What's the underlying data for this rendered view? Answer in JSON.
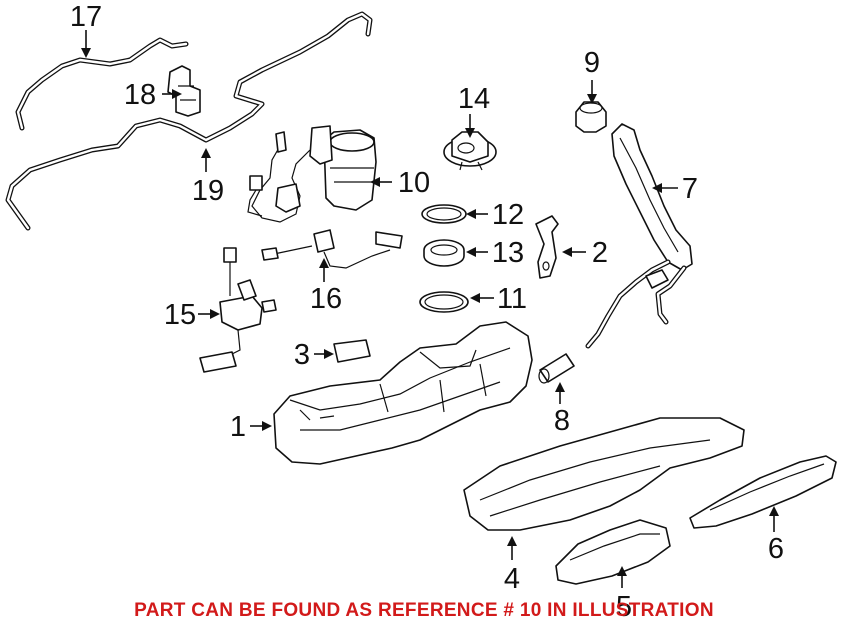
{
  "diagram": {
    "callouts": [
      {
        "id": "ref-17",
        "label": "17"
      },
      {
        "id": "ref-18",
        "label": "18"
      },
      {
        "id": "ref-19",
        "label": "19"
      },
      {
        "id": "ref-14",
        "label": "14"
      },
      {
        "id": "ref-10",
        "label": "10"
      },
      {
        "id": "ref-9",
        "label": "9"
      },
      {
        "id": "ref-7",
        "label": "7"
      },
      {
        "id": "ref-12",
        "label": "12"
      },
      {
        "id": "ref-13",
        "label": "13"
      },
      {
        "id": "ref-2",
        "label": "2"
      },
      {
        "id": "ref-11",
        "label": "11"
      },
      {
        "id": "ref-15",
        "label": "15"
      },
      {
        "id": "ref-16",
        "label": "16"
      },
      {
        "id": "ref-3",
        "label": "3"
      },
      {
        "id": "ref-8",
        "label": "8"
      },
      {
        "id": "ref-1",
        "label": "1"
      },
      {
        "id": "ref-6",
        "label": "6"
      },
      {
        "id": "ref-4",
        "label": "4"
      },
      {
        "id": "ref-5",
        "label": "5"
      }
    ],
    "footer_note": "PART CAN BE FOUND AS REFERENCE # 10 IN ILLUSTRATION",
    "colors": {
      "line": "#111111",
      "note": "#d21a1a",
      "background": "#ffffff"
    }
  }
}
